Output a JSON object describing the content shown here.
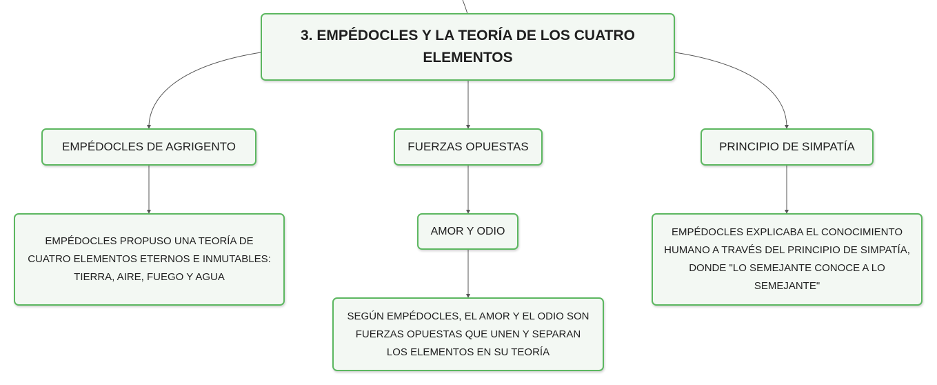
{
  "diagram": {
    "root": {
      "text": "3. EMPÉDOCLES Y LA TEORÍA DE LOS CUATRO ELEMENTOS"
    },
    "branches": [
      {
        "text": "EMPÉDOCLES DE AGRIGENTO",
        "children": [
          {
            "text": "EMPÉDOCLES PROPUSO UNA TEORÍA DE CUATRO ELEMENTOS ETERNOS E INMUTABLES: TIERRA, AIRE, FUEGO Y AGUA"
          }
        ]
      },
      {
        "text": "FUERZAS OPUESTAS",
        "children": [
          {
            "text": "AMOR Y ODIO",
            "children": [
              {
                "text": "SEGÚN EMPÉDOCLES, EL AMOR Y EL ODIO SON FUERZAS OPUESTAS QUE UNEN Y SEPARAN LOS ELEMENTOS EN SU TEORÍA"
              }
            ]
          }
        ]
      },
      {
        "text": "PRINCIPIO DE SIMPATÍA",
        "children": [
          {
            "text": "EMPÉDOCLES EXPLICABA EL CONOCIMIENTO HUMANO A TRAVÉS DEL PRINCIPIO DE SIMPATÍA, DONDE \"LO SEMEJANTE CONOCE A LO SEMEJANTE\""
          }
        ]
      }
    ]
  },
  "colors": {
    "node_border": "#5cb760",
    "node_fill": "#f3f8f3",
    "connector": "#555555"
  }
}
